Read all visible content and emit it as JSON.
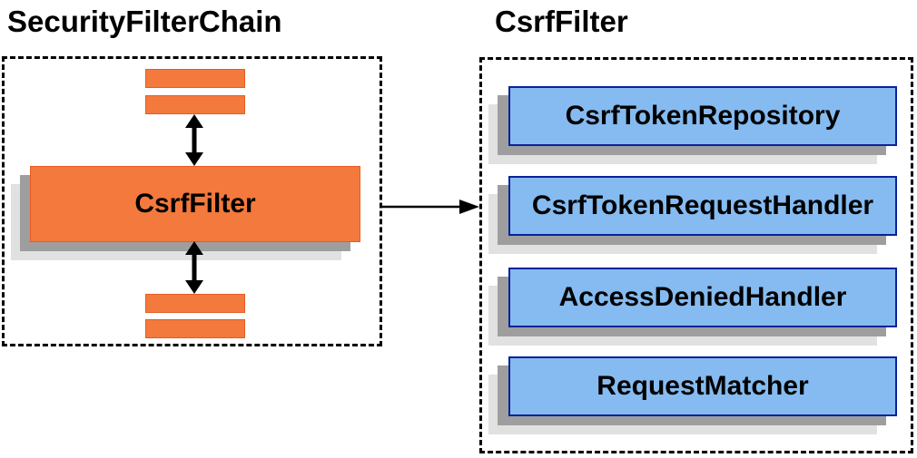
{
  "left_panel": {
    "title": "SecurityFilterChain",
    "filter_box_label": "CsrfFilter",
    "other_filter_bars_count": 4
  },
  "right_panel": {
    "title": "CsrfFilter",
    "components": [
      "CsrfTokenRepository",
      "CsrfTokenRequestHandler",
      "AccessDeniedHandler",
      "RequestMatcher"
    ]
  },
  "colors": {
    "orange_fill": "#f3793c",
    "orange_border": "#e55c25",
    "blue_fill": "#85bbf0",
    "blue_border": "#0a2299",
    "shadow_dark": "#9e9e9e",
    "shadow_light": "#e1e1e1",
    "dashed_border": "#000000",
    "arrow": "#000000",
    "background": "#ffffff"
  }
}
